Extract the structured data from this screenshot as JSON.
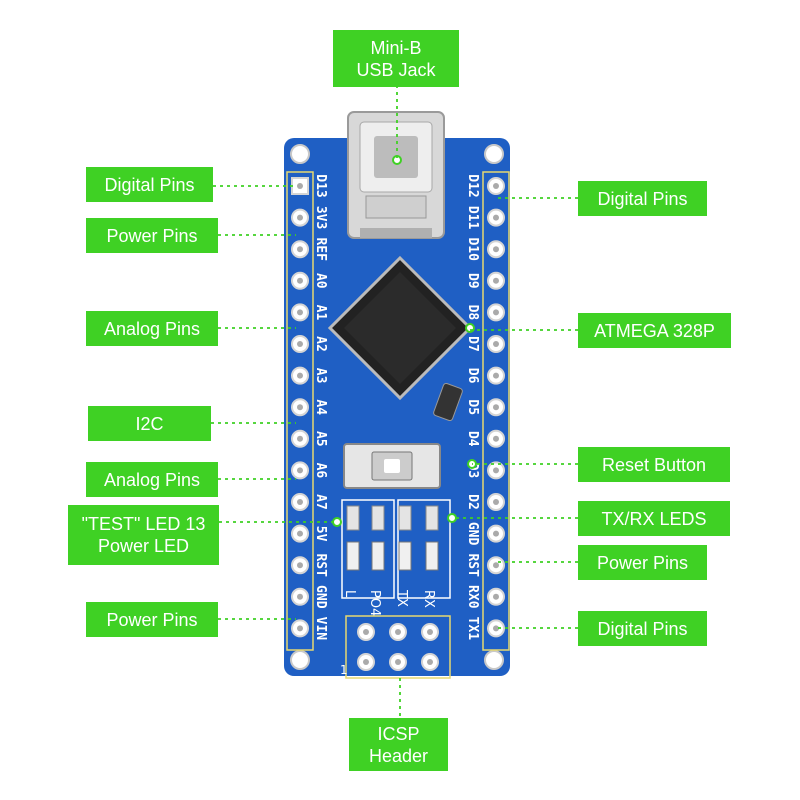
{
  "callouts": {
    "usb": "Mini-B\nUSB Jack",
    "digital_left": "Digital Pins",
    "power_left_top": "Power Pins",
    "analog_left_top": "Analog Pins",
    "i2c": "I2C",
    "analog_left_bottom": "Analog Pins",
    "test_led": "\"TEST\" LED 13\nPower LED",
    "power_left_bottom": "Power Pins",
    "digital_right_top": "Digital Pins",
    "atmega": "ATMEGA 328P",
    "reset": "Reset Button",
    "txrx": "TX/RX LEDS",
    "power_right": "Power Pins",
    "digital_right_bottom": "Digital Pins",
    "icsp": "ICSP\nHeader"
  },
  "left_pins": [
    "D13",
    "3V3",
    "REF",
    "A0",
    "A1",
    "A2",
    "A3",
    "A4",
    "A5",
    "A6",
    "A7",
    "5V",
    "RST",
    "GND",
    "VIN"
  ],
  "right_pins": [
    "D12",
    "D11",
    "D10",
    "D9",
    "D8",
    "D7",
    "D6",
    "D5",
    "D4",
    "D3",
    "D2",
    "GND",
    "RST",
    "RX0",
    "TX1"
  ],
  "led_labels": [
    "L",
    "PO4",
    "TX",
    "RX"
  ],
  "icsp_pin1": "1",
  "colors": {
    "callout": "#3fd124",
    "board": "#1f5fc4",
    "leader": "#3fd124"
  }
}
